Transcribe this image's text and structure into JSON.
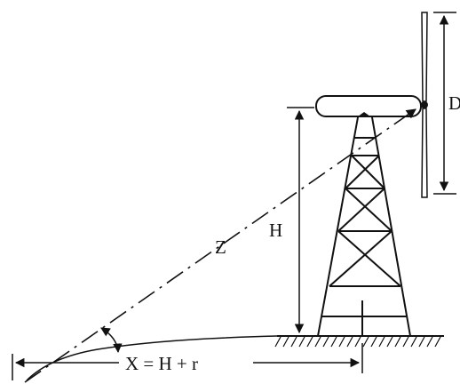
{
  "labels": {
    "blade_diameter": "D",
    "hub_height": "H",
    "slant_distance": "Z",
    "ground_distance": "X = H + r"
  },
  "colors": {
    "ink": "#111111",
    "background": "#ffffff"
  }
}
